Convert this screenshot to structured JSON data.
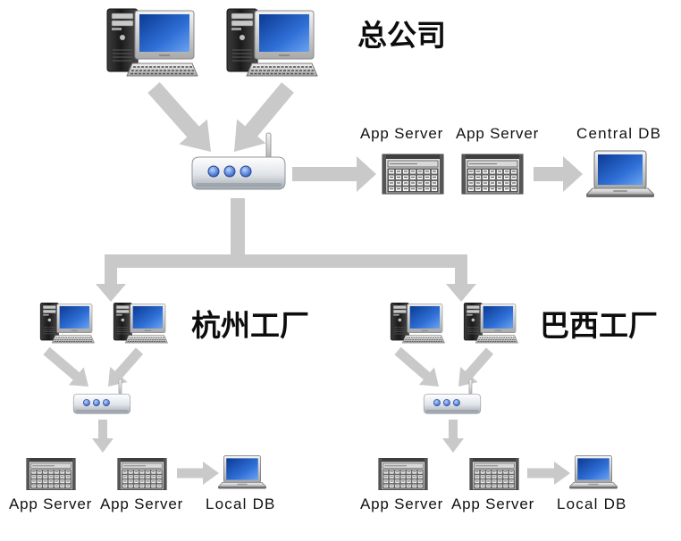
{
  "headquarters": {
    "title": "总公司",
    "clients": [
      {
        "icon": "desktop-computer-icon"
      },
      {
        "icon": "desktop-computer-icon"
      }
    ],
    "router": {
      "icon": "router-icon"
    },
    "servers": [
      {
        "label": "App Server",
        "icon": "rack-server-icon"
      },
      {
        "label": "App Server",
        "icon": "rack-server-icon"
      }
    ],
    "database": {
      "label": "Central DB",
      "icon": "laptop-icon"
    }
  },
  "branches": [
    {
      "title": "杭州工厂",
      "clients": [
        {
          "icon": "desktop-computer-icon"
        },
        {
          "icon": "desktop-computer-icon"
        }
      ],
      "router": {
        "icon": "router-icon"
      },
      "servers": [
        {
          "label": "App Server",
          "icon": "rack-server-icon"
        },
        {
          "label": "App Server",
          "icon": "rack-server-icon"
        }
      ],
      "database": {
        "label": "Local DB",
        "icon": "laptop-icon"
      }
    },
    {
      "title": "巴西工厂",
      "clients": [
        {
          "icon": "desktop-computer-icon"
        },
        {
          "icon": "desktop-computer-icon"
        }
      ],
      "router": {
        "icon": "router-icon"
      },
      "servers": [
        {
          "label": "App Server",
          "icon": "rack-server-icon"
        },
        {
          "label": "App Server",
          "icon": "rack-server-icon"
        }
      ],
      "database": {
        "label": "Local DB",
        "icon": "laptop-icon"
      }
    }
  ],
  "colors": {
    "connector": "#c9c9c9",
    "text": "#0d0d0d",
    "screen": "#2f6fd6",
    "router_led": "#2b5cbf"
  }
}
